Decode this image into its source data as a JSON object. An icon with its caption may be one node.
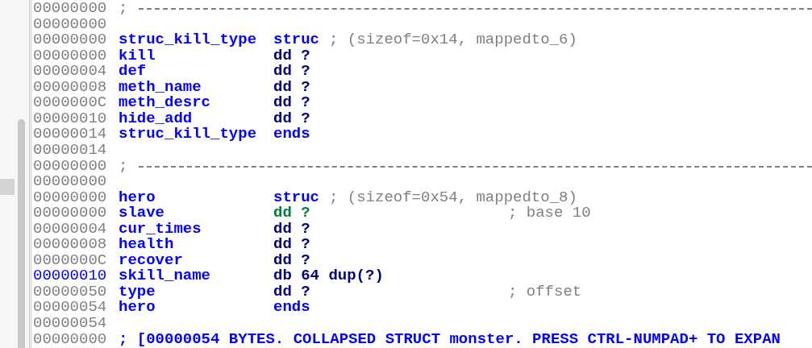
{
  "diagram": {
    "labels": [
      "00000000",
      ";",
      "00000000",
      "00000000",
      "struc_kill_type",
      "struc",
      "; (sizeof=0x14, mappedto_6)",
      "00000000",
      "kill",
      "dd ?",
      "00000004",
      "def",
      "dd ?",
      "00000008",
      "meth_name",
      "dd ?",
      "0000000C",
      "meth_desrc",
      "dd ?",
      "00000010",
      "hide_add",
      "dd ?",
      "00000014",
      "struc_kill_type",
      "ends",
      "00000014",
      "00000000",
      ";",
      "00000000",
      "00000000",
      "hero",
      "struc",
      "; (sizeof=0x54, mappedto_8)",
      "00000000",
      "slave",
      "dd ?",
      "; base 10",
      "00000004",
      "cur_times",
      "dd ?",
      "00000008",
      "health",
      "dd ?",
      "0000000C",
      "recover",
      "dd ?",
      "00000010",
      "skill_name",
      "db 64 dup(?)",
      "00000050",
      "type",
      "dd ?",
      "; offset",
      "00000054",
      "hero",
      "ends",
      "00000054",
      "00000000",
      "; [00000054 BYTES. COLLAPSED STRUCT monster. PRESS CTRL-NUMPAD+ TO EXPAN"
    ]
  }
}
